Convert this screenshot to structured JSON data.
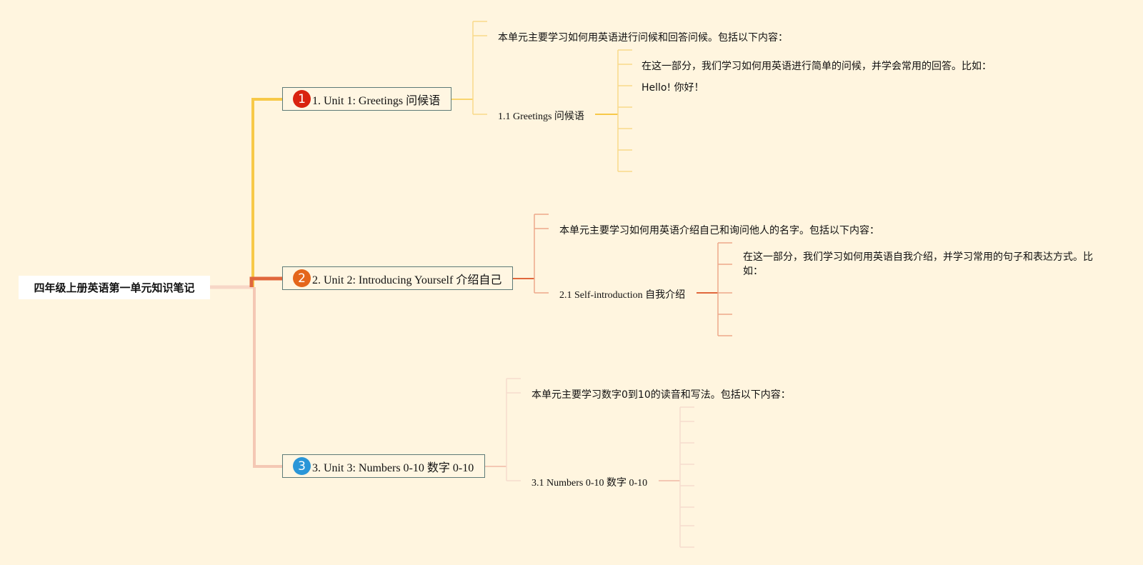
{
  "root": {
    "label": "四年级上册英语第一单元知识笔记"
  },
  "colors": {
    "background": "#fff5df",
    "unit1": "#f7c948",
    "unit2": "#e0673c",
    "unit3": "#f4c8b4",
    "badge1": "#d9230f",
    "badge2": "#e4661b",
    "badge3": "#2a96d8"
  },
  "units": [
    {
      "badge": "1",
      "label": "1. Unit 1: Greetings 问候语",
      "intro": "本单元主要学习如何用英语进行问候和回答问候。包括以下内容：",
      "section": "1.1 Greetings 问候语",
      "details": [
        "在这一部分，我们学习如何用英语进行简单的问候，并学会常用的回答。比如：",
        "Hello! 你好！"
      ]
    },
    {
      "badge": "2",
      "label": "2. Unit 2: Introducing Yourself 介绍自己",
      "intro": "本单元主要学习如何用英语介绍自己和询问他人的名字。包括以下内容：",
      "section": "2.1 Self-introduction 自我介绍",
      "details": [
        "在这一部分，我们学习如何用英语自我介绍，并学习常用的句子和表达方式。比如："
      ]
    },
    {
      "badge": "3",
      "label": "3. Unit 3: Numbers 0-10 数字 0-10",
      "intro": "本单元主要学习数字0到10的读音和写法。包括以下内容：",
      "section": "3.1 Numbers 0-10 数字 0-10",
      "details": []
    }
  ]
}
